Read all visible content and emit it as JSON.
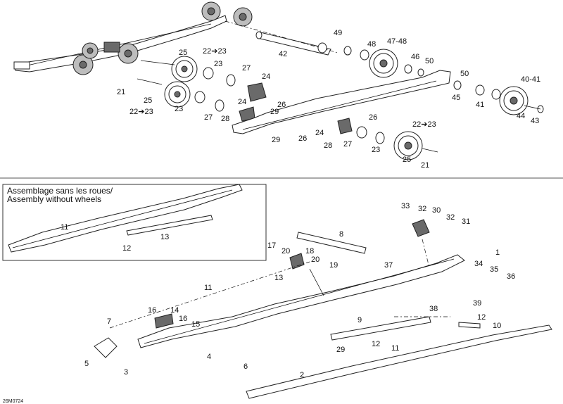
{
  "inset_title_line1": "Assemblage sans les roues/",
  "inset_title_line2": "Assembly without wheels",
  "drawing_code": "26M0724",
  "callouts": [
    {
      "id": "c1",
      "text": "49"
    },
    {
      "id": "c2",
      "text": "42"
    },
    {
      "id": "c3",
      "text": "48"
    },
    {
      "id": "c4",
      "text": "47-48"
    },
    {
      "id": "c5",
      "text": "46"
    },
    {
      "id": "c6",
      "text": "50"
    },
    {
      "id": "c7",
      "text": "25"
    },
    {
      "id": "c8",
      "text": "22➔23"
    },
    {
      "id": "c9",
      "text": "23"
    },
    {
      "id": "c10",
      "text": "27"
    },
    {
      "id": "c11",
      "text": "24"
    },
    {
      "id": "c12",
      "text": "21"
    },
    {
      "id": "c13",
      "text": "25"
    },
    {
      "id": "c14",
      "text": "22➔23"
    },
    {
      "id": "c15",
      "text": "23"
    },
    {
      "id": "c16",
      "text": "27"
    },
    {
      "id": "c17",
      "text": "28"
    },
    {
      "id": "c18",
      "text": "24"
    },
    {
      "id": "c19",
      "text": "26"
    },
    {
      "id": "c20",
      "text": "29"
    },
    {
      "id": "c21",
      "text": "50"
    },
    {
      "id": "c22",
      "text": "40-41"
    },
    {
      "id": "c23",
      "text": "45"
    },
    {
      "id": "c24",
      "text": "41"
    },
    {
      "id": "c25",
      "text": "44"
    },
    {
      "id": "c26",
      "text": "43"
    },
    {
      "id": "c27",
      "text": "26"
    },
    {
      "id": "c28",
      "text": "22➔23"
    },
    {
      "id": "c29",
      "text": "24"
    },
    {
      "id": "c30",
      "text": "29"
    },
    {
      "id": "c31",
      "text": "26"
    },
    {
      "id": "c32",
      "text": "28"
    },
    {
      "id": "c33",
      "text": "27"
    },
    {
      "id": "c34",
      "text": "23"
    },
    {
      "id": "c35",
      "text": "25"
    },
    {
      "id": "c36",
      "text": "21"
    },
    {
      "id": "c37",
      "text": "11"
    },
    {
      "id": "c38",
      "text": "13"
    },
    {
      "id": "c39",
      "text": "12"
    },
    {
      "id": "c40",
      "text": "33"
    },
    {
      "id": "c41",
      "text": "32"
    },
    {
      "id": "c42",
      "text": "30"
    },
    {
      "id": "c43",
      "text": "32"
    },
    {
      "id": "c44",
      "text": "31"
    },
    {
      "id": "c45",
      "text": "8"
    },
    {
      "id": "c46",
      "text": "17"
    },
    {
      "id": "c47",
      "text": "20"
    },
    {
      "id": "c48",
      "text": "18"
    },
    {
      "id": "c49",
      "text": "20"
    },
    {
      "id": "c50",
      "text": "19"
    },
    {
      "id": "c51",
      "text": "1"
    },
    {
      "id": "c52",
      "text": "37"
    },
    {
      "id": "c53",
      "text": "34"
    },
    {
      "id": "c54",
      "text": "35"
    },
    {
      "id": "c55",
      "text": "36"
    },
    {
      "id": "c56",
      "text": "13"
    },
    {
      "id": "c57",
      "text": "11"
    },
    {
      "id": "c58",
      "text": "39"
    },
    {
      "id": "c59",
      "text": "38"
    },
    {
      "id": "c60",
      "text": "9"
    },
    {
      "id": "c61",
      "text": "12"
    },
    {
      "id": "c62",
      "text": "10"
    },
    {
      "id": "c63",
      "text": "16"
    },
    {
      "id": "c64",
      "text": "14"
    },
    {
      "id": "c65",
      "text": "16"
    },
    {
      "id": "c66",
      "text": "15"
    },
    {
      "id": "c67",
      "text": "7"
    },
    {
      "id": "c68",
      "text": "4"
    },
    {
      "id": "c69",
      "text": "5"
    },
    {
      "id": "c70",
      "text": "3"
    },
    {
      "id": "c71",
      "text": "6"
    },
    {
      "id": "c72",
      "text": "29"
    },
    {
      "id": "c73",
      "text": "12"
    },
    {
      "id": "c74",
      "text": "11"
    },
    {
      "id": "c75",
      "text": "2"
    }
  ]
}
